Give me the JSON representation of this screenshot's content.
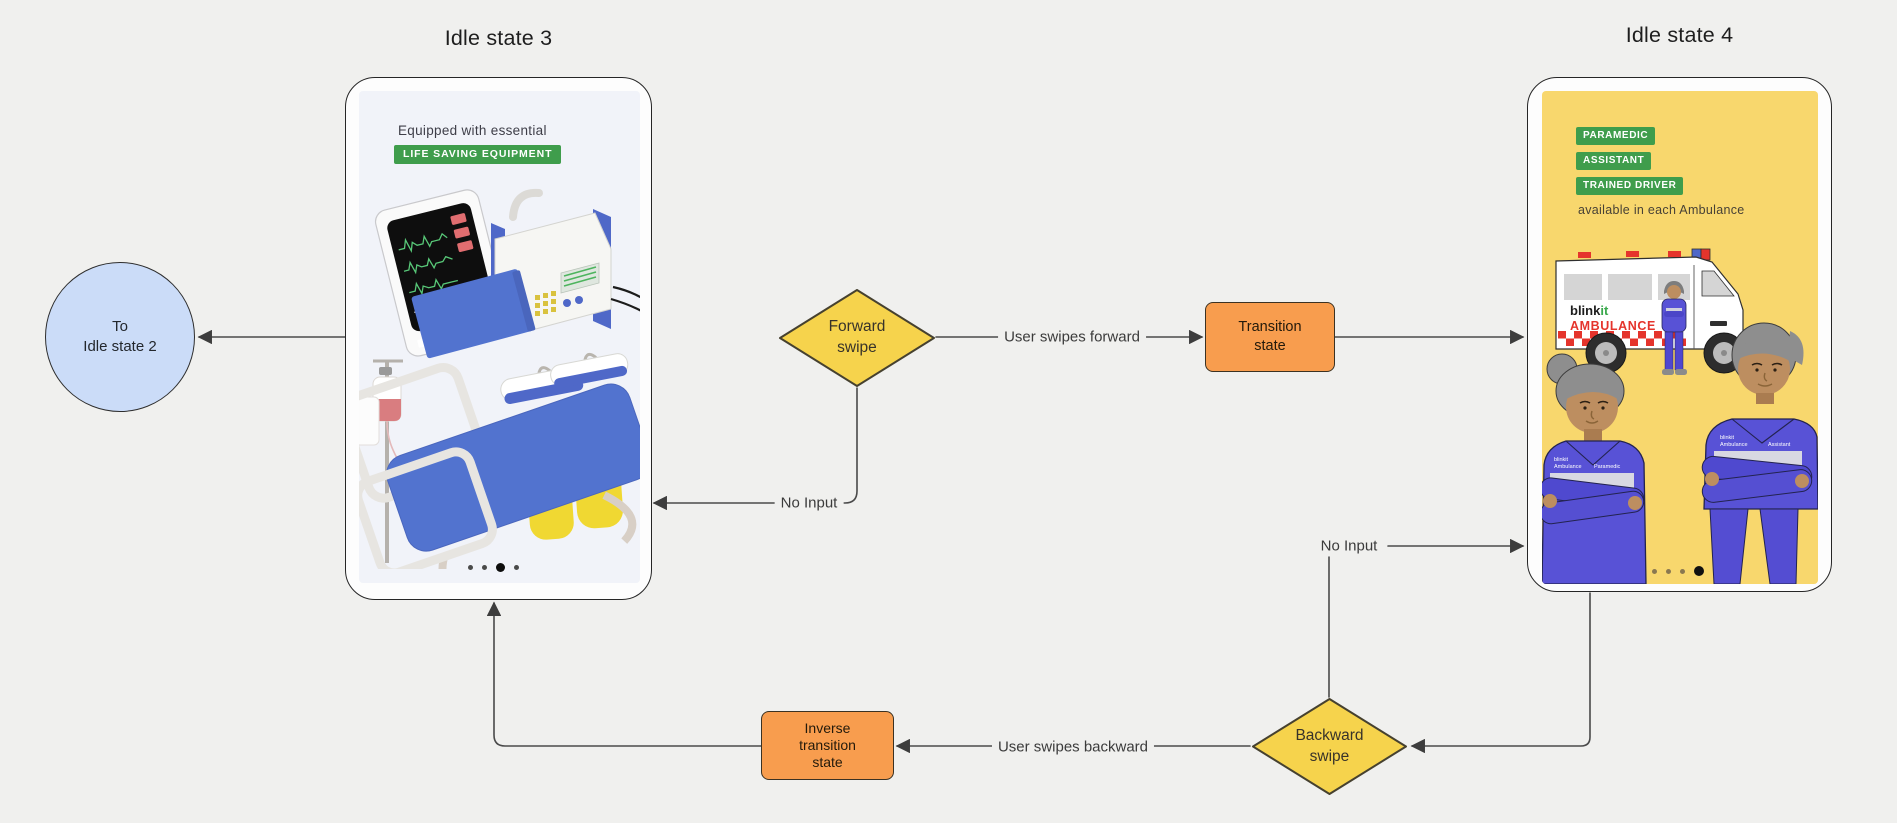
{
  "colors": {
    "bg": "#f0f0ee",
    "line": "#4a4a4a",
    "arrow": "#3d3d3d",
    "node-yellow": "#f6d34c",
    "node-orange": "#f89d4e",
    "node-blue": "#cbdcf8",
    "badge-green": "#3f9d4c",
    "screen1-bg": "#f1f3f9",
    "screen2-bg": "#f8d76d",
    "uniform-blue": "#5852d6",
    "equip-blue": "#5273cf"
  },
  "titles": {
    "idle3": "Idle state 3",
    "idle4": "Idle state 4"
  },
  "nodes": {
    "to_idle2": {
      "shape": "circle",
      "label": "To\nIdle state 2"
    },
    "forward_swipe": {
      "shape": "diamond",
      "label": "Forward\nswipe"
    },
    "transition_state": {
      "shape": "rect",
      "label": "Transition\nstate"
    },
    "backward_swipe": {
      "shape": "diamond",
      "label": "Backward\nswipe"
    },
    "inverse_transition_state": {
      "shape": "rect",
      "label": "Inverse\ntransition\nstate"
    }
  },
  "edge_labels": {
    "user_swipes_forward": "User swipes forward",
    "user_swipes_backward": "User swipes backward",
    "no_input_to_idle3": "No Input",
    "no_input_to_idle4": "No Input"
  },
  "idle3_screen": {
    "heading": "Equipped with essential",
    "badge": "LIFE SAVING EQUIPMENT",
    "page_dots": {
      "count": 4,
      "active": 3
    }
  },
  "idle4_screen": {
    "badges": [
      "PARAMEDIC",
      "ASSISTANT",
      "TRAINED DRIVER"
    ],
    "caption": "available in each Ambulance",
    "brand": {
      "black": "blink",
      "green": "it",
      "line2": "AMBULANCE"
    },
    "tags": {
      "left_line1": "blinkit",
      "left_line2": "Ambulance",
      "left_role": "Paramedic",
      "right_line1": "blinkit",
      "right_line2": "Ambulance",
      "right_role": "Assistant"
    },
    "page_dots": {
      "count": 4,
      "active": 4
    }
  }
}
